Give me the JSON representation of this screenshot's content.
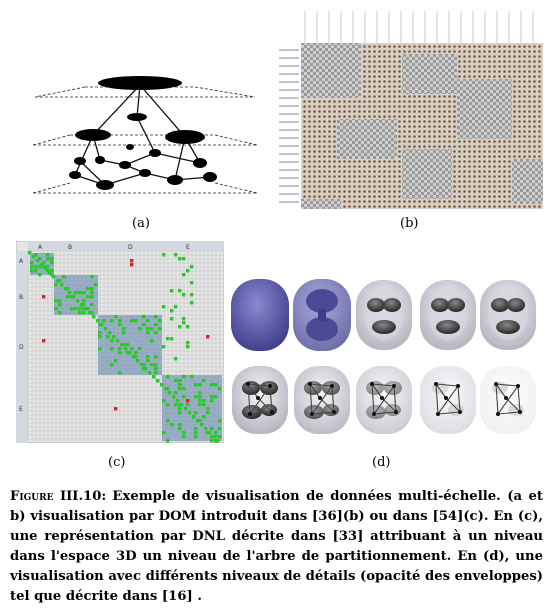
{
  "figure": {
    "subfigures": [
      {
        "id": "a",
        "label": "(a)"
      },
      {
        "id": "b",
        "label": "(b)"
      },
      {
        "id": "c",
        "label": "(c)",
        "column_headers": [
          "A",
          "B",
          "D",
          "E"
        ],
        "row_headers": [
          "A",
          "B",
          "D",
          "E"
        ]
      },
      {
        "id": "d",
        "label": "(d)"
      }
    ],
    "caption": {
      "prefix": "Figure III.10:",
      "text": "Exemple de visualisation de données multi-échelle. (a et b) visualisation par DOM introduit dans [36](b) ou dans [54](c). En (c), une représentation par DNL décrite dans [33] attribuant à un niveau dans l'espace 3D un niveau de l'arbre de partitionnement. En (d), une visualisation avec différents niveaux de détails (opacité des enveloppes) tel que décrite dans [16] ."
    }
  },
  "colors": {
    "matrix_green": "#22cc22",
    "matrix_red": "#dd2222",
    "matrix_block": "#8fa8c4",
    "envelope_blue": "#5a5aa8"
  }
}
